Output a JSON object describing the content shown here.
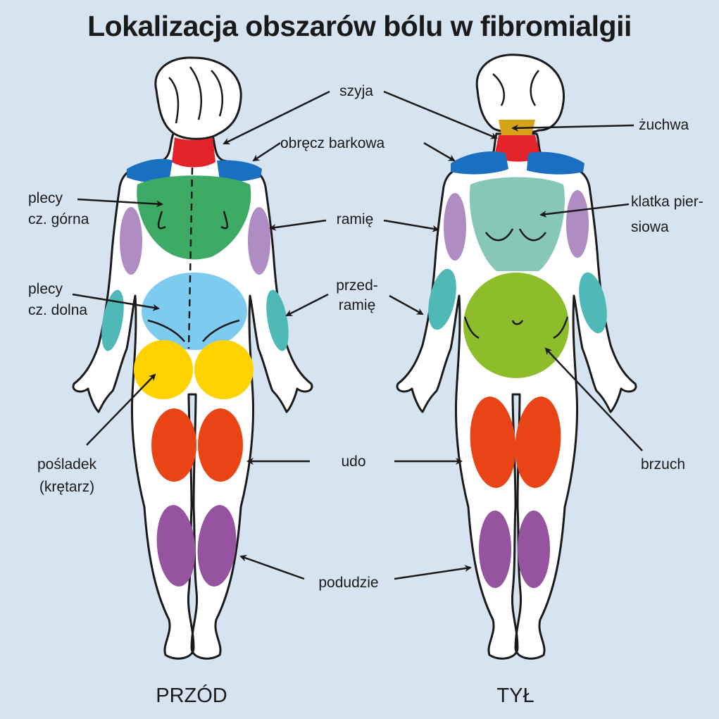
{
  "title": "Lokalizacja obszarów bólu w fibromialgii",
  "views": {
    "front": "PRZÓD",
    "back": "TYŁ"
  },
  "labels": {
    "szyja": "szyja",
    "obrecz": "obręcz barkowa",
    "zuchwa": "żuchwa",
    "plecy_gorna_1": "plecy",
    "plecy_gorna_2": "cz. górna",
    "ramie": "ramię",
    "klatka_1": "klatka pier-",
    "klatka_2": "siowa",
    "plecy_dolna_1": "plecy",
    "plecy_dolna_2": "cz. dolna",
    "przedramie_1": "przed-",
    "przedramie_2": "ramię",
    "posladek_1": "pośladek",
    "posladek_2": "(krętarz)",
    "udo": "udo",
    "brzuch": "brzuch",
    "podudzie": "podudzie"
  },
  "colors": {
    "background": "#d6e4f2",
    "neck": "#e3232b",
    "shoulder": "#1a6fc0",
    "upper_back": "#3daa66",
    "lower_back": "#7ecbf0",
    "arm": "#b08cc4",
    "forearm": "#4fb9b8",
    "buttock": "#ffd200",
    "thigh": "#e84416",
    "calf": "#9553a0",
    "chest": "#86c7b8",
    "abdomen": "#8ebd2b",
    "jaw": "#d7a21a"
  }
}
